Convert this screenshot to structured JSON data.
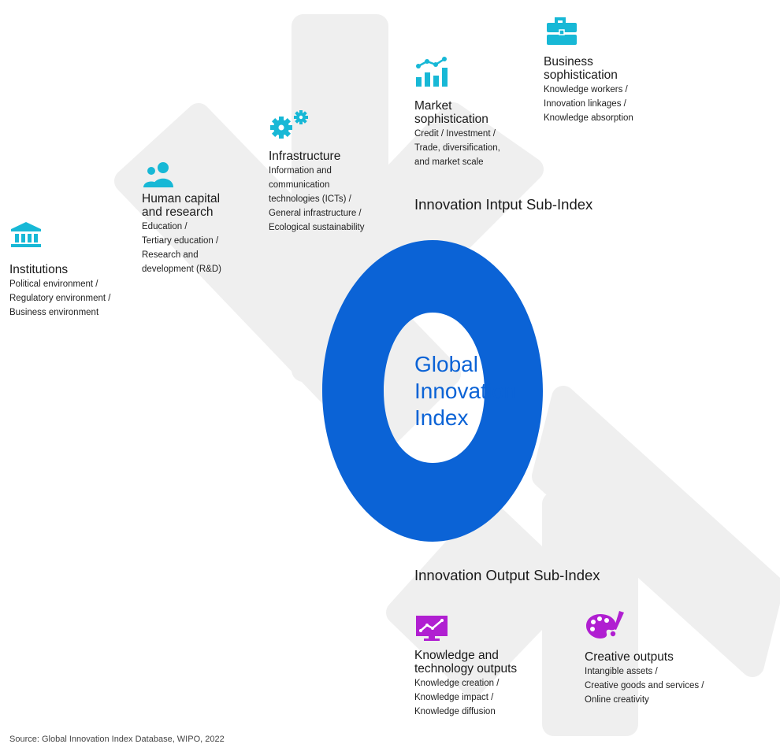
{
  "center": {
    "line1": "Global",
    "line2": "Innovation",
    "line3": "Index"
  },
  "subindex": {
    "input": "Innovation Intput Sub-Index",
    "output": "Innovation Output Sub-Index"
  },
  "pillars": {
    "institutions": {
      "icon": "bank-icon",
      "title": "Institutions",
      "desc": [
        "Political environment /",
        "Regulatory environment /",
        "Business environment"
      ]
    },
    "human_capital": {
      "icon": "people-icon",
      "title": [
        "Human capital",
        "and research"
      ],
      "desc": [
        "Education /",
        "Tertiary education /",
        "Research and",
        "development (R&D)"
      ]
    },
    "infrastructure": {
      "icon": "gears-icon",
      "title": "Infrastructure",
      "desc": [
        "Information and",
        "communication",
        "technologies (ICTs) /",
        "General infrastructure /",
        "Ecological sustainability"
      ]
    },
    "market": {
      "icon": "bar-chart-icon",
      "title": [
        "Market",
        "sophistication"
      ],
      "desc": [
        "Credit / Investment /",
        "Trade, diversification,",
        "and market scale"
      ]
    },
    "business": {
      "icon": "briefcase-icon",
      "title": [
        "Business",
        "sophistication"
      ],
      "desc": [
        "Knowledge workers /",
        "Innovation linkages /",
        "Knowledge absorption"
      ]
    },
    "knowledge": {
      "icon": "monitor-chart-icon",
      "title": [
        "Knowledge and",
        "technology outputs"
      ],
      "desc": [
        "Knowledge creation /",
        "Knowledge impact /",
        "Knowledge diffusion"
      ]
    },
    "creative": {
      "icon": "palette-icon",
      "title": "Creative outputs",
      "desc": [
        "Intangible assets /",
        "Creative goods and services /",
        "Online creativity"
      ]
    }
  },
  "source": "Source: Global Innovation Index Database, WIPO, 2022",
  "colors": {
    "input_icon": "#17b8d6",
    "output_icon": "#b01fd1",
    "ring": "#0b63d6",
    "band": "#efefef"
  }
}
